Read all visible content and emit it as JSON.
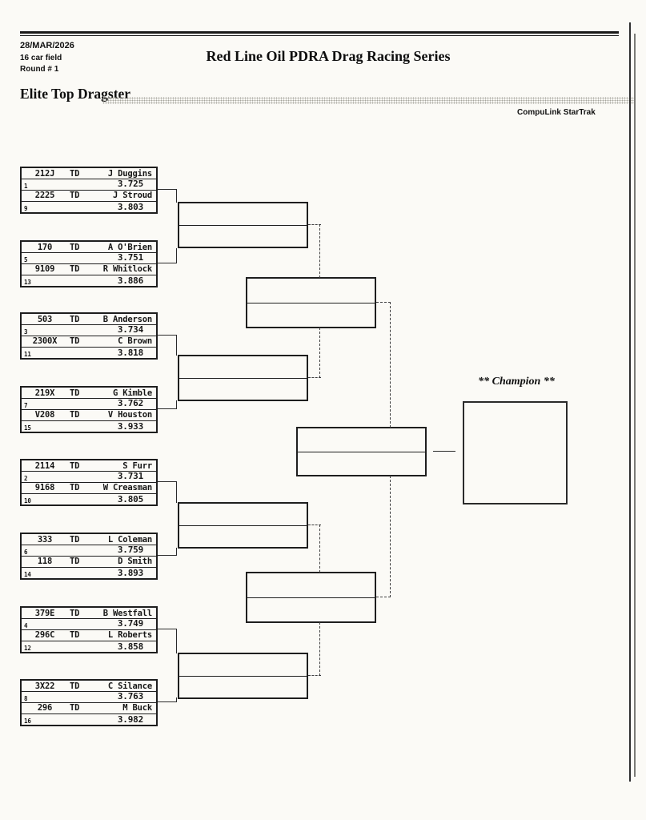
{
  "header": {
    "date": "28/MAR/2026",
    "field_size": "16 car field",
    "round": "Round # 1",
    "title": "Red Line Oil PDRA Drag Racing Series",
    "class_name": "Elite Top Dragster",
    "timing_brand": "CompuLink StarTrak",
    "champion_label": "** Champion **"
  },
  "bracket": {
    "pairings": [
      {
        "top": {
          "car": "212J",
          "cls": "TD",
          "driver": "J Duggins",
          "seed": "1",
          "time": "3.725"
        },
        "bottom": {
          "car": "2225",
          "cls": "TD",
          "driver": "J Stroud",
          "seed": "9",
          "time": "3.803"
        }
      },
      {
        "top": {
          "car": "170",
          "cls": "TD",
          "driver": "A O'Brien",
          "seed": "5",
          "time": "3.751"
        },
        "bottom": {
          "car": "9109",
          "cls": "TD",
          "driver": "R Whitlock",
          "seed": "13",
          "time": "3.886"
        }
      },
      {
        "top": {
          "car": "503",
          "cls": "TD",
          "driver": "B Anderson",
          "seed": "3",
          "time": "3.734"
        },
        "bottom": {
          "car": "2300X",
          "cls": "TD",
          "driver": "C Brown",
          "seed": "11",
          "time": "3.818"
        }
      },
      {
        "top": {
          "car": "219X",
          "cls": "TD",
          "driver": "G Kimble",
          "seed": "7",
          "time": "3.762"
        },
        "bottom": {
          "car": "V208",
          "cls": "TD",
          "driver": "V Houston",
          "seed": "15",
          "time": "3.933"
        }
      },
      {
        "top": {
          "car": "2114",
          "cls": "TD",
          "driver": "S Furr",
          "seed": "2",
          "time": "3.731"
        },
        "bottom": {
          "car": "9168",
          "cls": "TD",
          "driver": "W Creasman",
          "seed": "10",
          "time": "3.805"
        }
      },
      {
        "top": {
          "car": "333",
          "cls": "TD",
          "driver": "L Coleman",
          "seed": "6",
          "time": "3.759"
        },
        "bottom": {
          "car": "118",
          "cls": "TD",
          "driver": "D Smith",
          "seed": "14",
          "time": "3.893"
        }
      },
      {
        "top": {
          "car": "379E",
          "cls": "TD",
          "driver": "B Westfall",
          "seed": "4",
          "time": "3.749"
        },
        "bottom": {
          "car": "296C",
          "cls": "TD",
          "driver": "L Roberts",
          "seed": "12",
          "time": "3.858"
        }
      },
      {
        "top": {
          "car": "3X22",
          "cls": "TD",
          "driver": "C Silance",
          "seed": "8",
          "time": "3.763"
        },
        "bottom": {
          "car": "296",
          "cls": "TD",
          "driver": "M Buck",
          "seed": "16",
          "time": "3.982"
        }
      }
    ]
  }
}
